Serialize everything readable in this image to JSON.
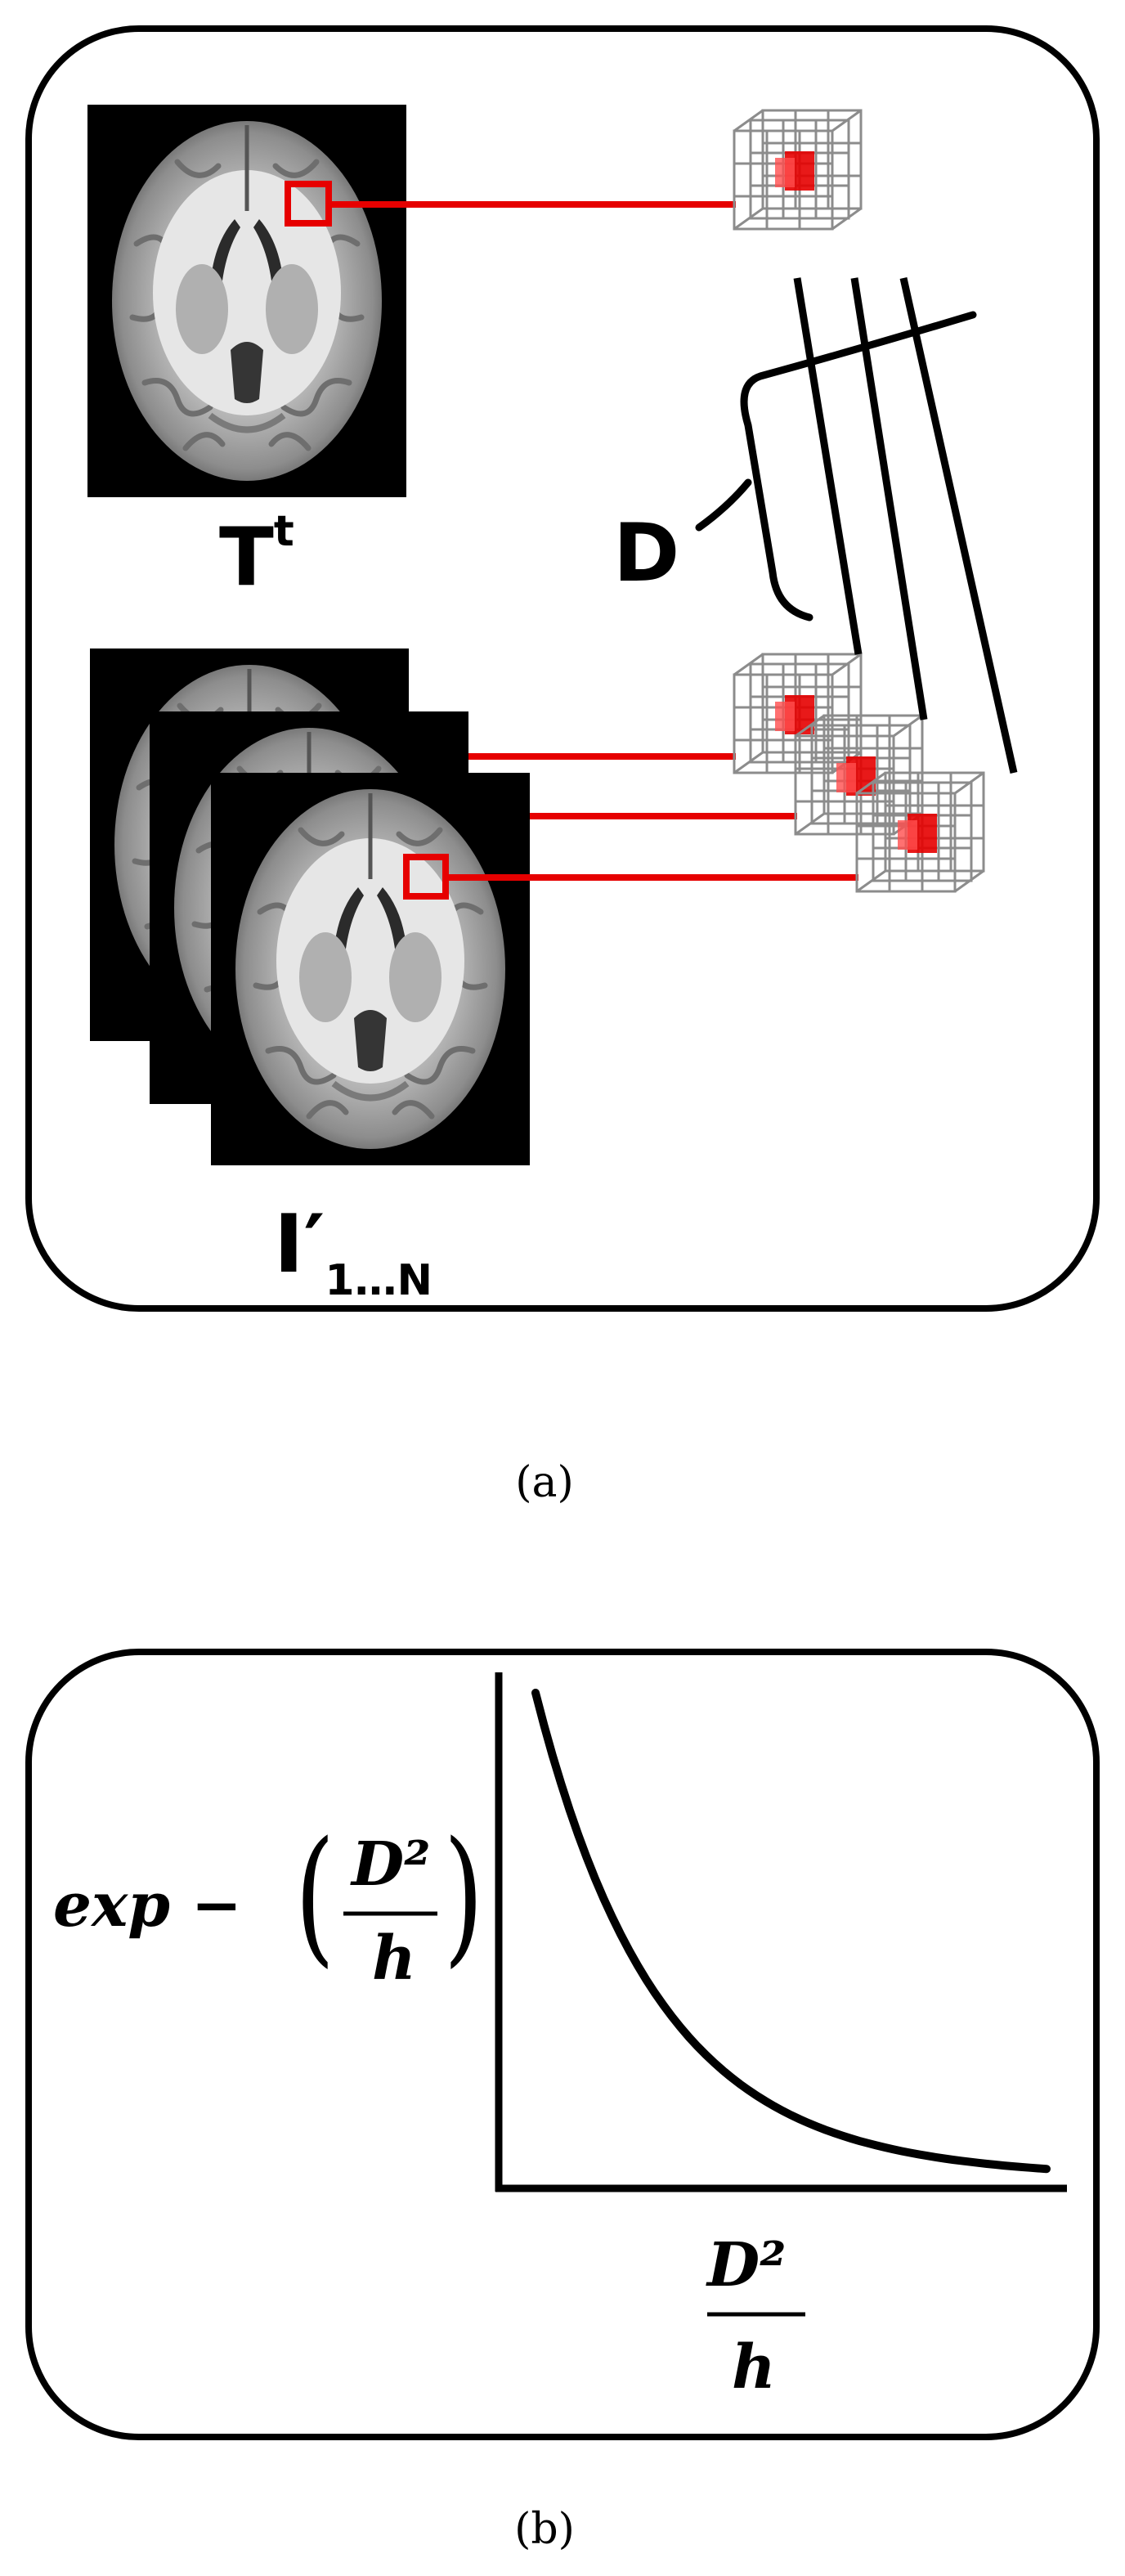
{
  "panel_a": {
    "caption": "(a)",
    "template_label": {
      "base": "T",
      "sup": "t"
    },
    "atlas_label": {
      "base": "I′",
      "sub": "1…N"
    },
    "distance_label": "D",
    "highlight_color": "#e60000",
    "grid_color": "#8c8c8c"
  },
  "panel_b": {
    "caption": "(b)",
    "y_label": {
      "prefix": "exp − ",
      "open_paren": "(",
      "close_paren": ")",
      "numerator": "D²",
      "denominator": "h"
    },
    "x_label": {
      "numerator": "D²",
      "denominator": "h"
    },
    "curve_type": "exponential decay"
  }
}
